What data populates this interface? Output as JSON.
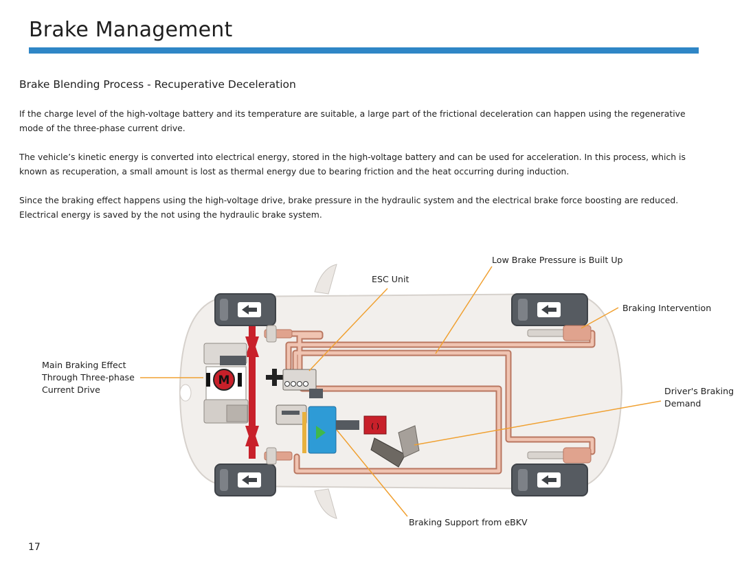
{
  "header": {
    "title": "Brake Management",
    "rule_color": "#2f86c6"
  },
  "section": {
    "heading": "Brake Blending Process - Recuperative Deceleration"
  },
  "paragraphs": [
    "If the charge level of the high-voltage battery and its temperature are suitable, a large part of the frictional deceleration can happen using the regenerative mode of the three-phase current drive.",
    "The vehicle’s kinetic energy is converted into electrical energy, stored in the high-voltage battery and can be used for acceleration.  In this process, which is known as recuperation, a small amount is lost as thermal energy due to bearing friction and the heat occurring during induction.",
    "Since the braking effect happens using the high-voltage drive, brake pressure in the hydraulic system and the electrical brake force boosting are reduced. Electrical energy is saved by the not using the hydraulic brake system."
  ],
  "diagram": {
    "callouts": {
      "low_brake_pressure": "Low Brake Pressure is Built Up",
      "esc_unit": "ESC Unit",
      "braking_intervention": "Braking Intervention",
      "main_braking_effect": "Main Braking Effect\nThrough Three-phase\nCurrent Drive",
      "drivers_braking_demand": "Driver's Braking\nDemand",
      "braking_support": "Braking Support from eBKV"
    },
    "motor_label": "M",
    "battery_symbol": "+",
    "colors": {
      "leader_line": "#f0a030",
      "brake_line": "#e0a38e",
      "tire": "#565b61",
      "motor": "#c8202a",
      "booster": "#2e9bd6",
      "body": "#f2efec"
    },
    "icons": [
      "arrow-left-icon",
      "motor-icon",
      "battery-plus-icon",
      "brake-pedal-icon"
    ]
  },
  "footer": {
    "page_number": "17"
  }
}
